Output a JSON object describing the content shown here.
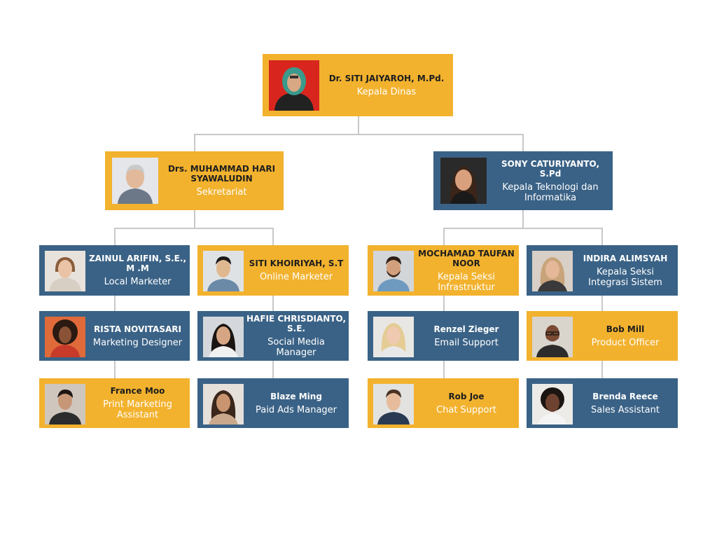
{
  "colors": {
    "orange": "#f2b22e",
    "blue": "#3a6286",
    "connector": "#c8c8c8"
  },
  "head": {
    "name": "Dr. SITI JAIYAROH, M.Pd.",
    "role": "Kepala Dinas",
    "photo": "person-hijab"
  },
  "left_head": {
    "name": "Drs. MUHAMMAD HARI SYAWALUDIN",
    "role": "Sekretariat",
    "photo": "person-grey-hair-man"
  },
  "right_head": {
    "name": "SONY CATURIYANTO, S.Pd",
    "role": "Kepala Teknologi dan Informatika",
    "photo": "person-dark-hair-woman"
  },
  "col1": [
    {
      "name": "ZAINUL ARIFIN, S.E., M .M",
      "role": "Local Marketer",
      "photo": "person-woman-1"
    },
    {
      "name": "RISTA NOVITASARI",
      "role": "Marketing Designer",
      "photo": "person-woman-curly"
    },
    {
      "name": "France Moo",
      "role": "Print Marketing Assistant",
      "photo": "person-young-man"
    }
  ],
  "col2": [
    {
      "name": "SITI KHOIRIYAH, S.T",
      "role": "Online Marketer",
      "photo": "person-asian-man"
    },
    {
      "name": "HAFIE CHRISDIANTO, S.E.",
      "role": "Social Media Manager",
      "photo": "person-woman-dark-hair"
    },
    {
      "name": "Blaze Ming",
      "role": "Paid Ads Manager",
      "photo": "person-woman-smile"
    }
  ],
  "col3": [
    {
      "name": "MOCHAMAD TAUFAN NOOR",
      "role": "Kepala Seksi Infrastruktur",
      "photo": "person-bearded-man"
    },
    {
      "name": "Renzel Zieger",
      "role": "Email Support",
      "photo": "person-blonde-woman"
    },
    {
      "name": "Rob Joe",
      "role": "Chat Support",
      "photo": "person-man-smile"
    }
  ],
  "col4": [
    {
      "name": "INDIRA ALIMSYAH",
      "role": "Kepala Seksi Integrasi Sistem",
      "photo": "person-older-woman"
    },
    {
      "name": "Bob Mill",
      "role": "Product Officer",
      "photo": "person-older-man-glasses"
    },
    {
      "name": "Brenda Reece",
      "role": "Sales Assistant",
      "photo": "person-woman-afro"
    }
  ]
}
